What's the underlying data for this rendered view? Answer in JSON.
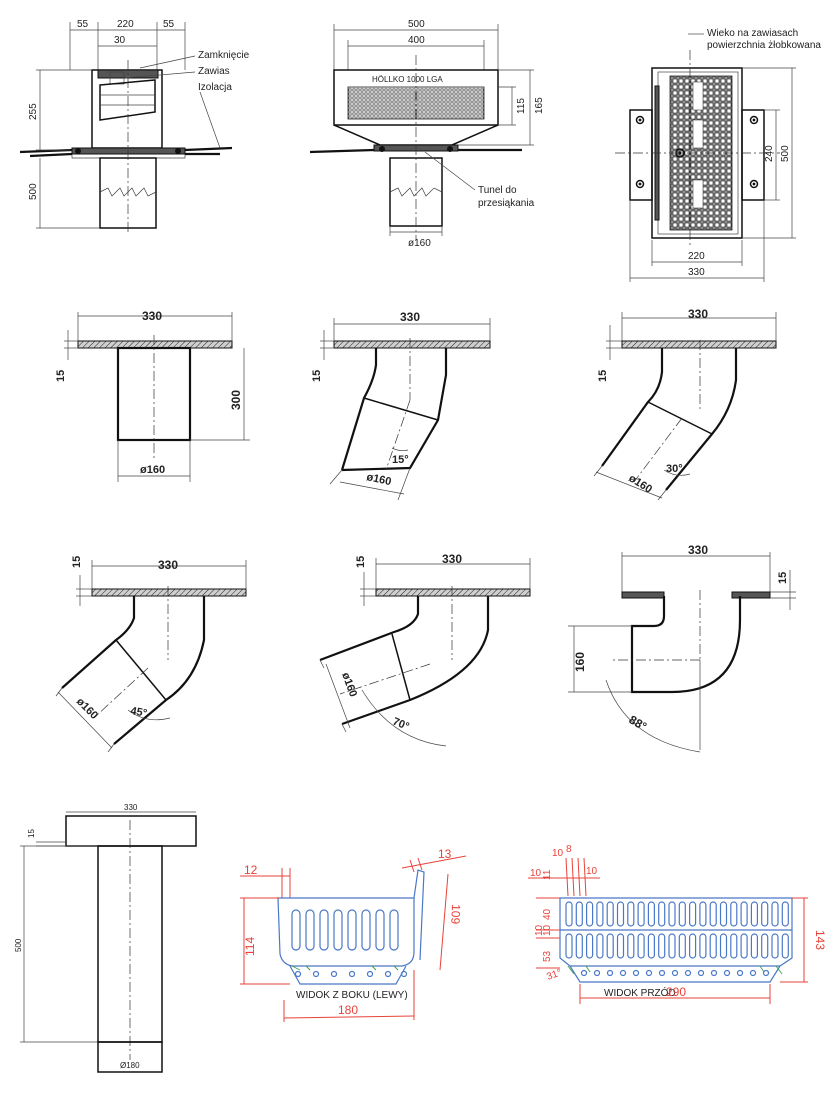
{
  "view1": {
    "dims": {
      "d55a": "55",
      "d220": "220",
      "d55b": "55",
      "d30": "30",
      "d255": "255",
      "d500": "500"
    },
    "labels": {
      "zamkniecie": "Zamknięcie",
      "zawias": "Zawias",
      "izolacja": "Izolacja"
    }
  },
  "view2": {
    "dims": {
      "d500": "500",
      "d400": "400",
      "d115": "115",
      "d165": "165",
      "d160": "ø160"
    },
    "stamp": "HÖLLKO 1000 LGA",
    "labels": {
      "tunel": "Tunel do",
      "tunel2": "przesiąkania"
    }
  },
  "view3": {
    "dims": {
      "d240": "240",
      "d500": "500",
      "d220": "220",
      "d330": "330"
    },
    "labels": {
      "wieko": "Wieko na zawiasach",
      "wieko2": "powierzchnia żłobkowana"
    }
  },
  "elbows": {
    "e0": {
      "width": "330",
      "flange": "15",
      "height": "300",
      "diameter": "ø160"
    },
    "e15": {
      "width": "330",
      "flange": "15",
      "angle": "15°",
      "diameter": "ø160"
    },
    "e30": {
      "width": "330",
      "flange": "15",
      "angle": "30°",
      "diameter": "ø160"
    },
    "e45": {
      "width": "330",
      "flange": "15",
      "angle": "45°",
      "diameter": "ø160"
    },
    "e70": {
      "width": "330",
      "flange": "15",
      "angle": "70°",
      "diameter": "ø160"
    },
    "e88": {
      "width": "330",
      "flange": "15",
      "angle": "88°",
      "height": "160"
    }
  },
  "straight": {
    "width": "330",
    "flange": "15",
    "height": "500",
    "diameter": "Ø180"
  },
  "basket_side": {
    "title": "WIDOK Z BOKU (LEWY)",
    "d12": "12",
    "d13": "13",
    "d114": "114",
    "d109": "109",
    "d180": "180"
  },
  "basket_front": {
    "title": "WIDOK PRZÓD",
    "d290": "290",
    "d143": "143",
    "top": [
      "10",
      "8",
      "10",
      "10"
    ],
    "left": [
      "11",
      "40",
      "10",
      "10",
      "53"
    ],
    "angle": "31°"
  }
}
